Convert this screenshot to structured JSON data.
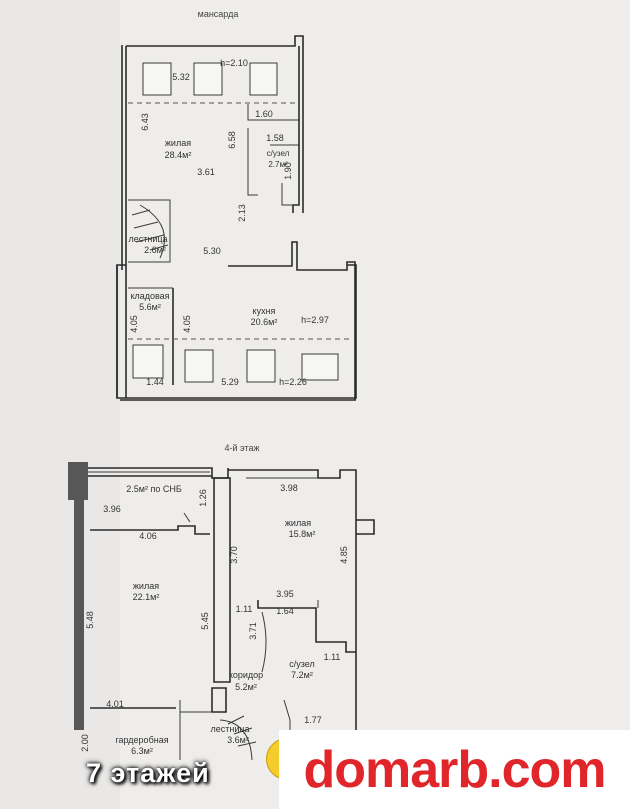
{
  "attic": {
    "title": "мансарда",
    "rooms": [
      {
        "name": "жилая",
        "area": "28.4м²"
      },
      {
        "name": "с/узел",
        "area": "2.7м²"
      },
      {
        "name": "лестница",
        "area": "2.6м²"
      },
      {
        "name": "кладовая",
        "area": "5.6м²"
      },
      {
        "name": "кухня",
        "area": "20.6м²"
      }
    ],
    "dimensions": [
      "5.32",
      "h=2.10",
      "6.43",
      "1.60",
      "6.58",
      "1.58",
      "3.61",
      "1.90",
      "2.13",
      "5.30",
      "4.05",
      "4.05",
      "h=2.97",
      "1.44",
      "5.29",
      "h=2.26"
    ]
  },
  "floor4": {
    "title": "4-й этаж",
    "note": "2.5м² по СНБ",
    "rooms": [
      {
        "name": "жилая",
        "area": "15.8м²"
      },
      {
        "name": "жилая",
        "area": "22.1м²"
      },
      {
        "name": "с/узел",
        "area": "7.2м²"
      },
      {
        "name": "коридор",
        "area": "5.2м²"
      },
      {
        "name": "гардеробная",
        "area": "6.3м²"
      },
      {
        "name": "лестница",
        "area": "3.6м²"
      }
    ],
    "dimensions": [
      "3.96",
      "1.26",
      "3.98",
      "4.06",
      "3.70",
      "4.85",
      "5.48",
      "5.45",
      "3.95",
      "1.11",
      "1.64",
      "3.71",
      "1.11",
      "4.01",
      "1.77",
      "2.00"
    ]
  },
  "overlay": {
    "floors_text": "7 этажей",
    "brand": "domarb.com",
    "brand_color": "#e1262b"
  }
}
